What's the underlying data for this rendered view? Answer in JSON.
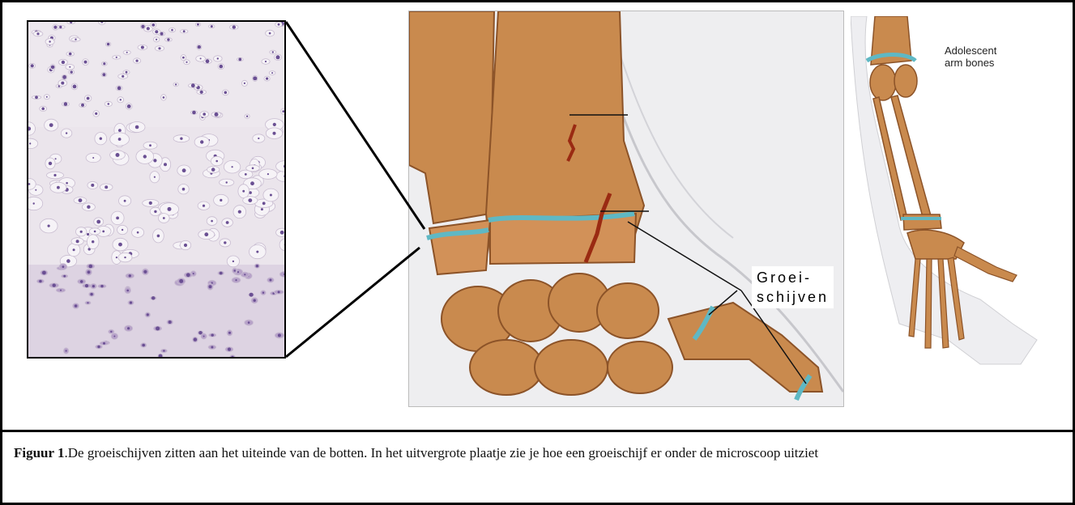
{
  "figure": {
    "label_line1": "Groei-",
    "label_line2": "schijven",
    "inset_line1": "Adolescent",
    "inset_line2": "arm bones",
    "caption_bold": "Figuur 1",
    "caption_text": ".De groeischijven zitten aan het uiteinde van de botten. In het uitvergrote plaatje zie je hoe een groeischijf er onder de microscoop uitziet"
  },
  "colors": {
    "bone": "#c98a4e",
    "bone_dark": "#8c5328",
    "growth_plate": "#5fb8c4",
    "fracture": "#9a2a12",
    "tissue_bg": "#e9e2ea",
    "cell_nucleus": "#6a4f93"
  },
  "icons": {
    "micrograph": "cartilage-micrograph-image",
    "wrist": "wrist-anatomy-illustration",
    "arm": "arm-bones-illustration"
  }
}
